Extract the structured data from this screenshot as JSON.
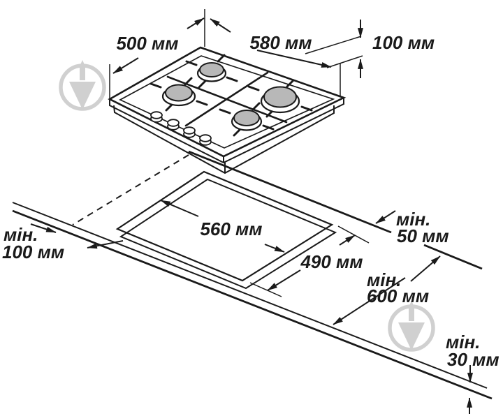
{
  "hob_dims": {
    "depth": "500 мм",
    "width": "580 мм",
    "height": "100 мм"
  },
  "cutout_dims": {
    "width": "560 мм",
    "depth": "490 мм"
  },
  "clearances": {
    "left_edge": {
      "prefix": "мін.",
      "value": "100 мм"
    },
    "back_edge": {
      "prefix": "мін.",
      "value": "50 мм"
    },
    "worktop_depth": {
      "prefix": "мін.",
      "value": "600 мм"
    },
    "worktop_thickness": {
      "prefix": "мін.",
      "value": "30 мм"
    }
  },
  "colors": {
    "line": "#1a1a1a",
    "burner_cap": "#b8b8b8",
    "watermark": "#c5c5c5",
    "background": "#ffffff"
  }
}
